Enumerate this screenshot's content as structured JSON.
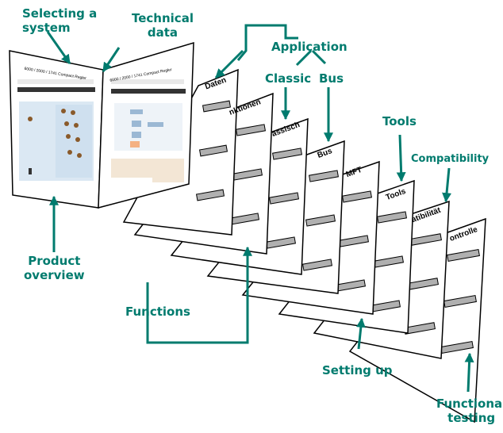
{
  "callouts": {
    "selecting_line1": "Selecting a",
    "selecting_line2": "system",
    "technical_line1": "Technical",
    "technical_line2": "data",
    "application": "Application",
    "classic": "Classic",
    "bus": "Bus",
    "tools": "Tools",
    "compatibility": "Compatibility",
    "product_line1": "Product",
    "product_line2": "overview",
    "functions": "Functions",
    "setting_up": "Setting up",
    "functional_line1": "Functional",
    "functional_line2": "testing"
  },
  "sheets": {
    "daten": "Daten",
    "funktionen": "nktionen",
    "klassisch": "assisch",
    "bus": "Bus",
    "mft": "MFT",
    "tools": "Tools",
    "kompatibilitaet": "atibilität",
    "kontrolle": "ontrolle"
  },
  "booklet": {
    "left_header": "6000 / 2000 / 1741 Compact Regler",
    "right_header": "6000 / 2000 / 1741 Compact Regler"
  },
  "colors": {
    "accent": "#007b6e",
    "sheet_border": "#000000",
    "tab_bar": "#b0b0b0"
  }
}
